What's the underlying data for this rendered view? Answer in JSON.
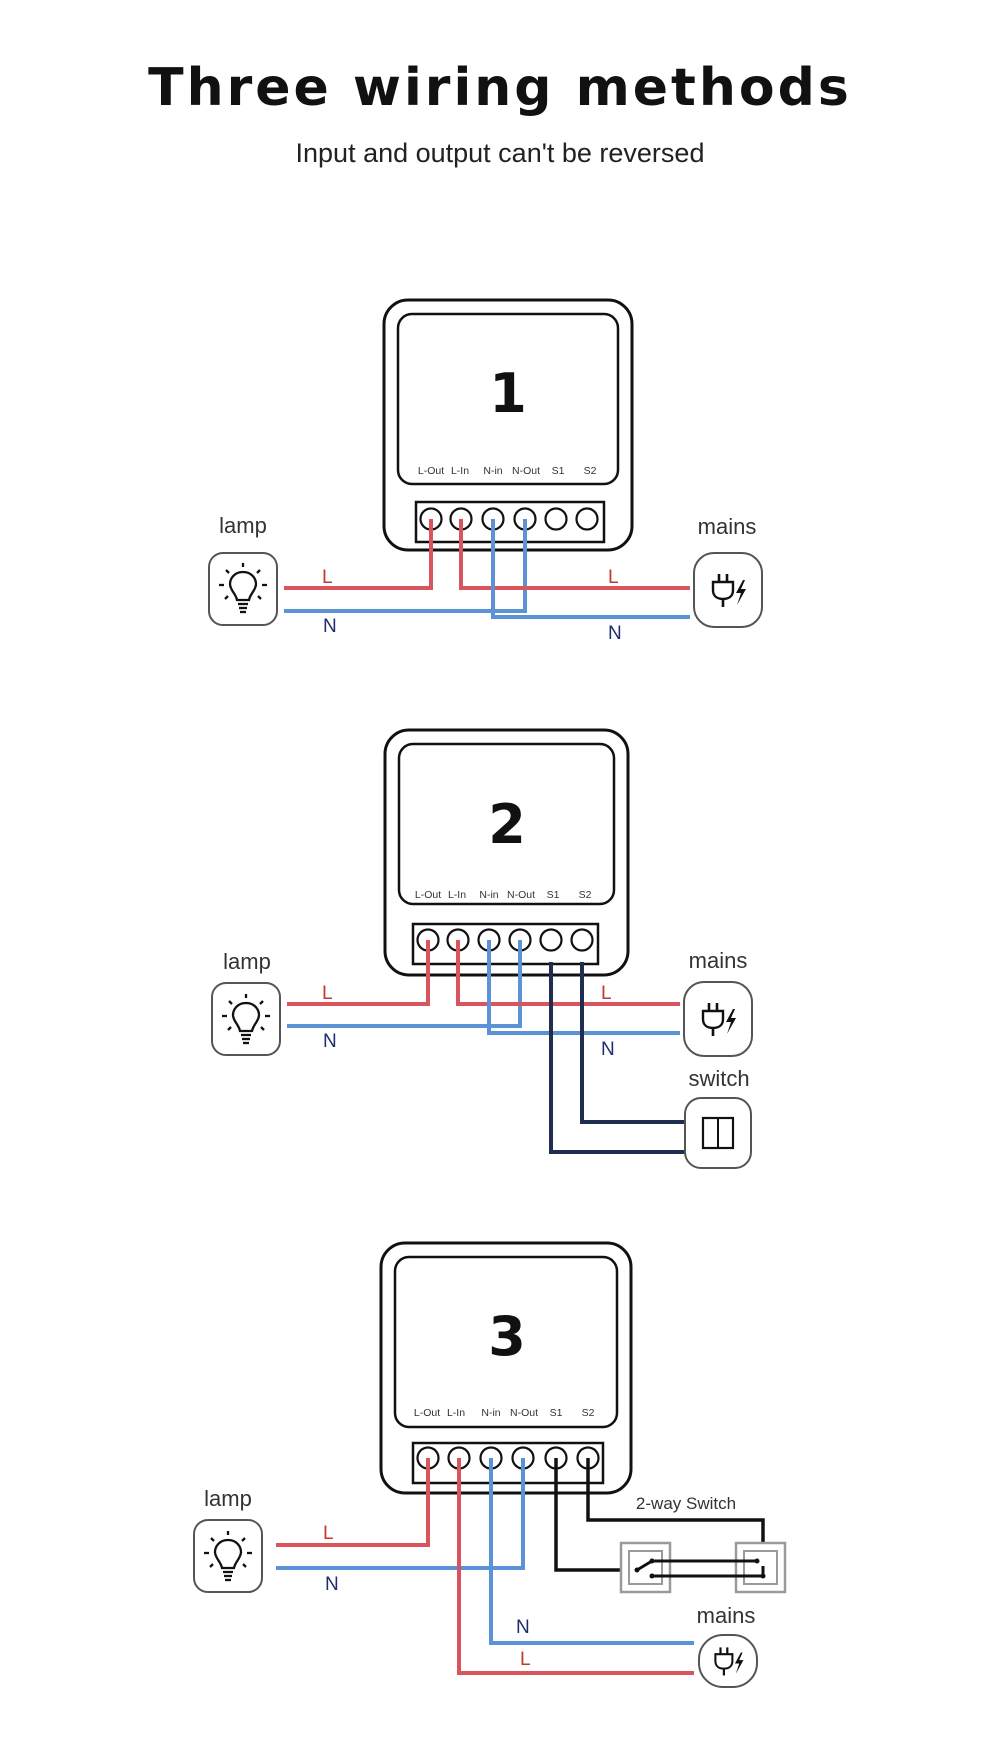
{
  "header": {
    "title": "Three wiring methods",
    "subtitle": "Input and output can't be reversed"
  },
  "terminal_labels": [
    "L-Out",
    "L-In",
    "N-in",
    "N-Out",
    "S1",
    "S2"
  ],
  "colors": {
    "live": "#d9545d",
    "neutral": "#5b93d6",
    "switch_wire": "#1f2d4f",
    "black_wire": "#111111",
    "outline": "#111111",
    "two_way_switch": "#9a9a9a"
  },
  "icons": {
    "lamp": "lightbulb-icon",
    "mains": "power-plug-icon",
    "switch": "wall-switch-icon",
    "two_way_switch": "two-way-switch-icon"
  },
  "diagrams": [
    {
      "number": "1",
      "lamp_label": "lamp",
      "mains_label": "mains",
      "wire_labels": {
        "lamp_live": "L",
        "lamp_neutral": "N",
        "mains_live": "L",
        "mains_neutral": "N"
      }
    },
    {
      "number": "2",
      "lamp_label": "lamp",
      "mains_label": "mains",
      "switch_label": "switch",
      "wire_labels": {
        "lamp_live": "L",
        "lamp_neutral": "N",
        "mains_live": "L",
        "mains_neutral": "N"
      }
    },
    {
      "number": "3",
      "lamp_label": "lamp",
      "mains_label": "mains",
      "two_way_label": "2-way Switch",
      "wire_labels": {
        "lamp_live": "L",
        "lamp_neutral": "N",
        "mains_live": "L",
        "mains_neutral": "N"
      }
    }
  ]
}
